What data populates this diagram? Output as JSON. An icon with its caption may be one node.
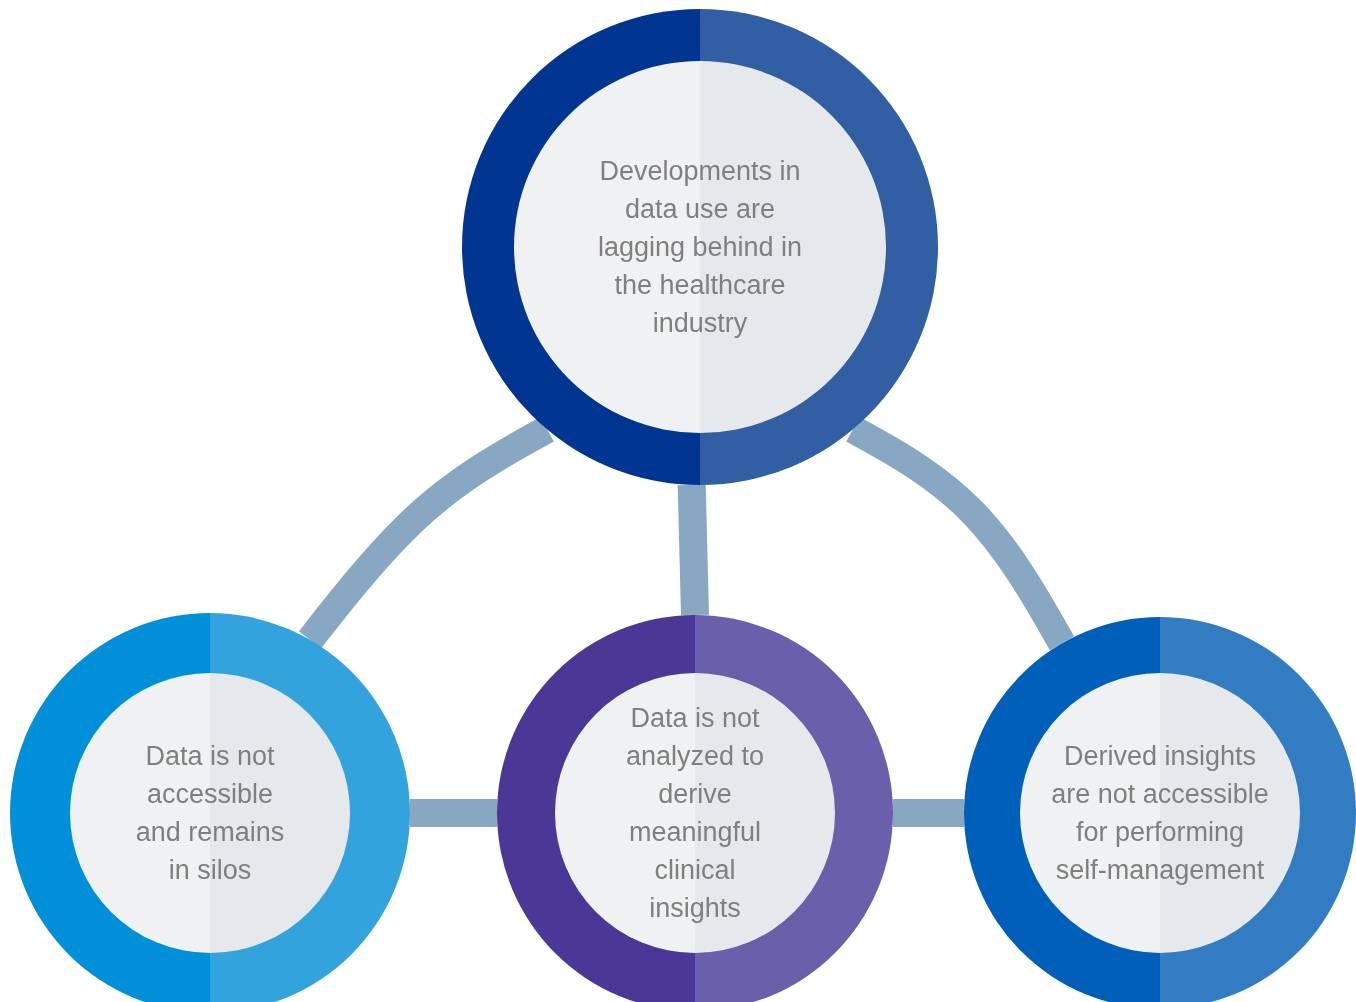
{
  "diagram": {
    "nodes": [
      {
        "text": [
          "Developments in data use are lagging behind in the healthcare industry"
        ]
      },
      {
        "text": [
          "Data is not accessible and remains in silos"
        ]
      },
      {
        "text": [
          "Data is not analyzed to derive meaningful clinical insights"
        ]
      },
      {
        "text": [
          "Derived insights are not accessible for performing self-management"
        ]
      }
    ],
    "edges": [
      {
        "from": 0,
        "to": 1,
        "arrow": "none"
      },
      {
        "from": 0,
        "to": 2,
        "arrow": "none"
      },
      {
        "from": 0,
        "to": 3,
        "arrow": "none"
      },
      {
        "from": 1,
        "to": 2,
        "arrow": "none"
      },
      {
        "from": 2,
        "to": 3,
        "arrow": "none"
      }
    ]
  }
}
